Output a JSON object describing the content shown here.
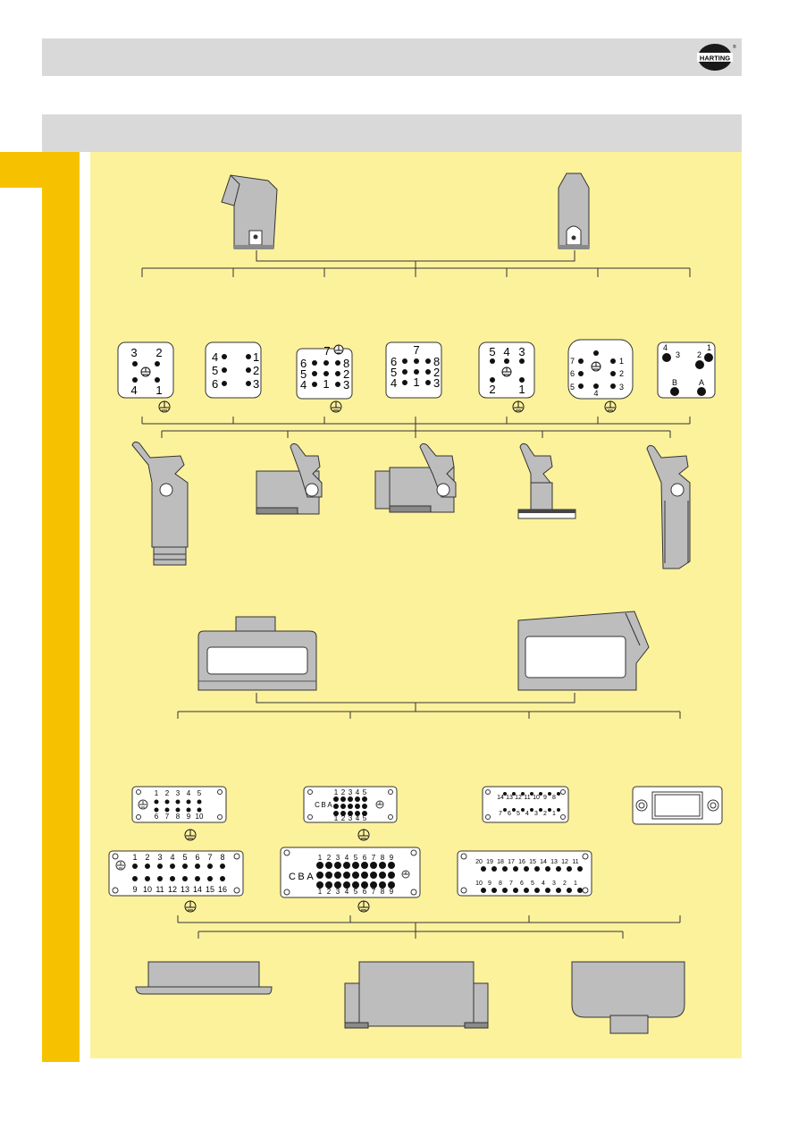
{
  "header": {
    "brand": "HARTING"
  },
  "colors": {
    "accent": "#f6c200",
    "panel": "#fdf29c",
    "header_gray": "#d9d9d9",
    "part_gray": "#bdbdbd"
  },
  "inserts_row1": [
    {
      "pins": [
        "3",
        "2",
        "4",
        "1"
      ],
      "ground": true
    },
    {
      "pins": [
        "4",
        "5",
        "6",
        "1",
        "2",
        "3"
      ],
      "ground": false
    },
    {
      "pins": [
        "7",
        "6",
        "5",
        "4",
        "1",
        "8",
        "2",
        "3"
      ],
      "ground": true
    },
    {
      "pins": [
        "7",
        "6",
        "5",
        "4",
        "1",
        "8",
        "2",
        "3"
      ],
      "ground": false
    },
    {
      "pins": [
        "5",
        "4",
        "3",
        "2",
        "1"
      ],
      "ground": true
    },
    {
      "pins": [
        "7",
        "6",
        "5",
        "4",
        "1",
        "2",
        "3"
      ],
      "ground": true
    },
    {
      "pins": [
        "4",
        "3",
        "2",
        "1",
        "B",
        "A"
      ],
      "ground": false
    }
  ],
  "inserts_row2": {
    "a_top": [
      "1",
      "2",
      "3",
      "4",
      "5"
    ],
    "a_bottom": [
      "6",
      "7",
      "8",
      "9",
      "10"
    ],
    "b_cols": [
      "C",
      "B",
      "A"
    ],
    "b_top": [
      "1",
      "2",
      "3",
      "4",
      "5"
    ],
    "b_bottom": [
      "1",
      "2",
      "3",
      "4",
      "5"
    ],
    "c_top": [
      "14",
      "13",
      "12",
      "11",
      "10",
      "9",
      "8"
    ],
    "c_bottom": [
      "7",
      "6",
      "5",
      "4",
      "3",
      "2",
      "1"
    ]
  },
  "inserts_row3": {
    "a_top": [
      "1",
      "2",
      "3",
      "4",
      "5",
      "6",
      "7",
      "8"
    ],
    "a_bottom": [
      "9",
      "10",
      "11",
      "12",
      "13",
      "14",
      "15",
      "16"
    ],
    "b_cols": [
      "C",
      "B",
      "A"
    ],
    "b_top": [
      "1",
      "2",
      "3",
      "4",
      "5",
      "6",
      "7",
      "8",
      "9"
    ],
    "b_bottom": [
      "1",
      "2",
      "3",
      "4",
      "5",
      "6",
      "7",
      "8",
      "9"
    ],
    "c_top": [
      "20",
      "19",
      "18",
      "17",
      "16",
      "15",
      "14",
      "13",
      "12",
      "11"
    ],
    "c_bottom": [
      "10",
      "9",
      "8",
      "7",
      "6",
      "5",
      "4",
      "3",
      "2",
      "1"
    ]
  }
}
